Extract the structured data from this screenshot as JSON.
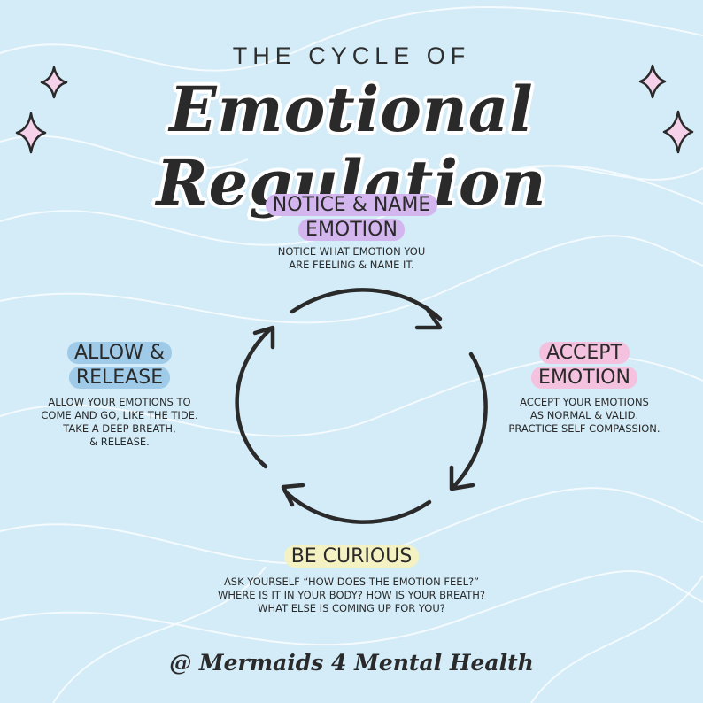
{
  "header": {
    "kicker": "THE CYCLE OF",
    "title": "Emotional Regulation"
  },
  "steps": {
    "notice": {
      "heading_line1": "NOTICE & NAME",
      "heading_line2": "EMOTION",
      "description": "NOTICE WHAT EMOTION YOU\nARE FEELING & NAME IT."
    },
    "accept": {
      "heading_line1": "ACCEPT",
      "heading_line2": "EMOTION",
      "description": "ACCEPT YOUR EMOTIONS\nAS NORMAL & VALID.\nPRACTICE SELF COMPASSION."
    },
    "curious": {
      "heading": "BE CURIOUS",
      "description": "ASK YOURSELF “HOW DOES THE EMOTION FEEL?”\nWHERE IS IT IN YOUR BODY? HOW IS YOUR BREATH?\nWHAT ELSE IS COMING UP FOR YOU?"
    },
    "allow": {
      "heading_line1": "ALLOW &",
      "heading_line2": "RELEASE",
      "description": "ALLOW YOUR EMOTIONS TO\nCOME AND GO, LIKE THE TIDE.\nTAKE A DEEP BREATH,\n& RELEASE."
    }
  },
  "footer": {
    "credit": "@ Mermaids 4 Mental Health"
  },
  "colors": {
    "background": "#d3ecf8",
    "notice_highlight": "#d4b6ef",
    "accept_highlight": "#f4c2df",
    "allow_highlight": "#9fcbe8",
    "curious_highlight": "#f4f2c2",
    "sparkle": "#f6d2ea"
  },
  "icons": [
    "sparkle-icon",
    "cycle-arrow-icon"
  ]
}
